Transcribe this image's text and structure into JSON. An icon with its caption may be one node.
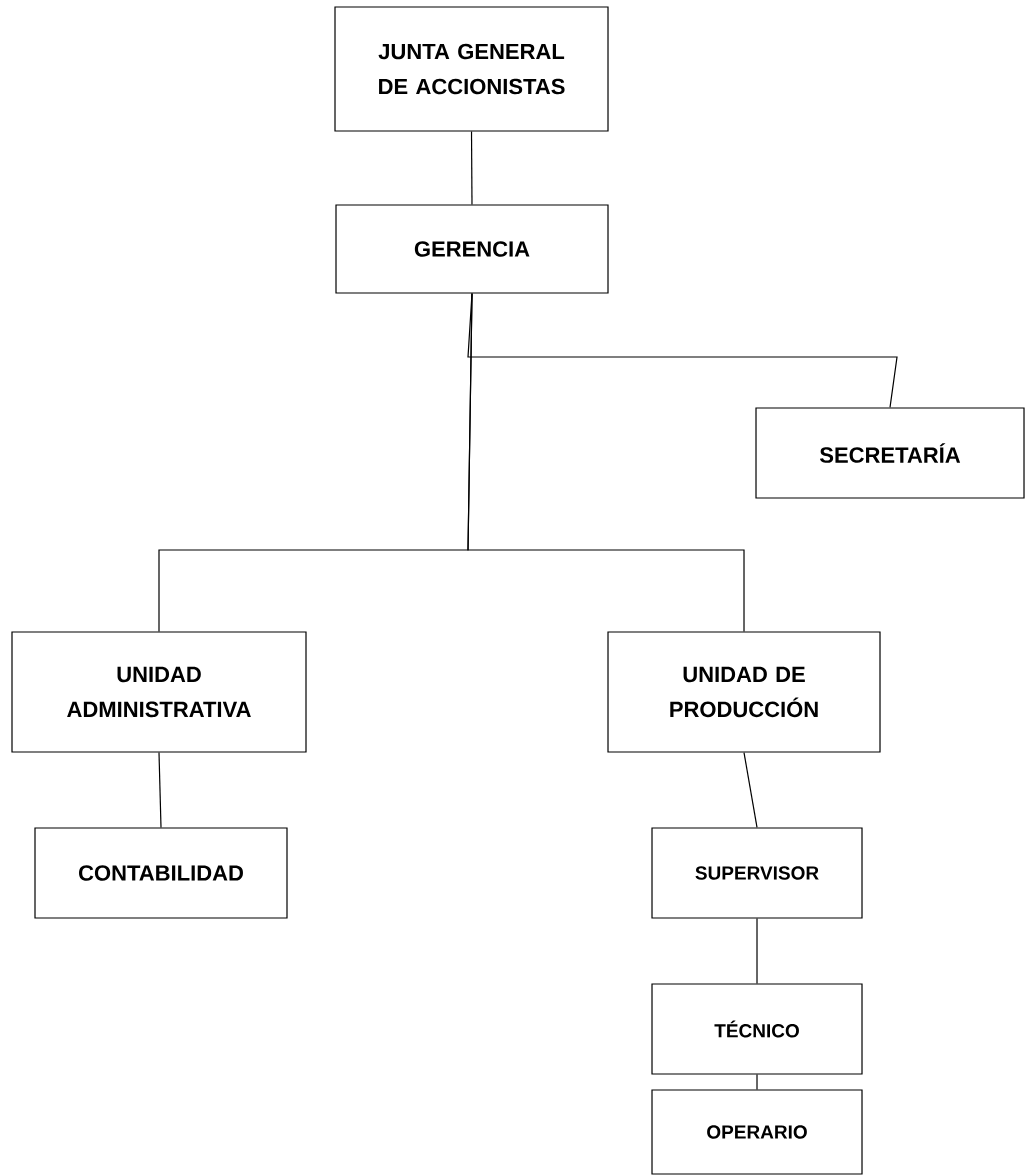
{
  "diagram": {
    "nodes": [
      {
        "text": [
          "JUNTA GENERAL DE ACCIONISTAS"
        ]
      },
      {
        "text": [
          "GERENCIA"
        ]
      },
      {
        "text": [
          "SECRETARÍA"
        ]
      },
      {
        "text": [
          "UNIDAD ADMINISTRATIVA"
        ]
      },
      {
        "text": [
          "UNIDAD DE PRODUCCIÓN"
        ]
      },
      {
        "text": [
          "CONTABILIDAD"
        ]
      },
      {
        "text": [
          "SUPERVISOR"
        ]
      },
      {
        "text": [
          "TÉCNICO"
        ]
      },
      {
        "text": [
          "OPERARIO"
        ]
      }
    ],
    "edges": [
      {
        "from": 0,
        "to": 1,
        "arrow": "none"
      },
      {
        "from": 1,
        "to": 2,
        "arrow": "none"
      },
      {
        "from": 1,
        "to": 3,
        "arrow": "none"
      },
      {
        "from": 1,
        "to": 4,
        "arrow": "none"
      },
      {
        "from": 3,
        "to": 5,
        "arrow": "none"
      },
      {
        "from": 4,
        "to": 6,
        "arrow": "none"
      },
      {
        "from": 6,
        "to": 7,
        "arrow": "none"
      },
      {
        "from": 7,
        "to": 8,
        "arrow": "none"
      }
    ]
  }
}
